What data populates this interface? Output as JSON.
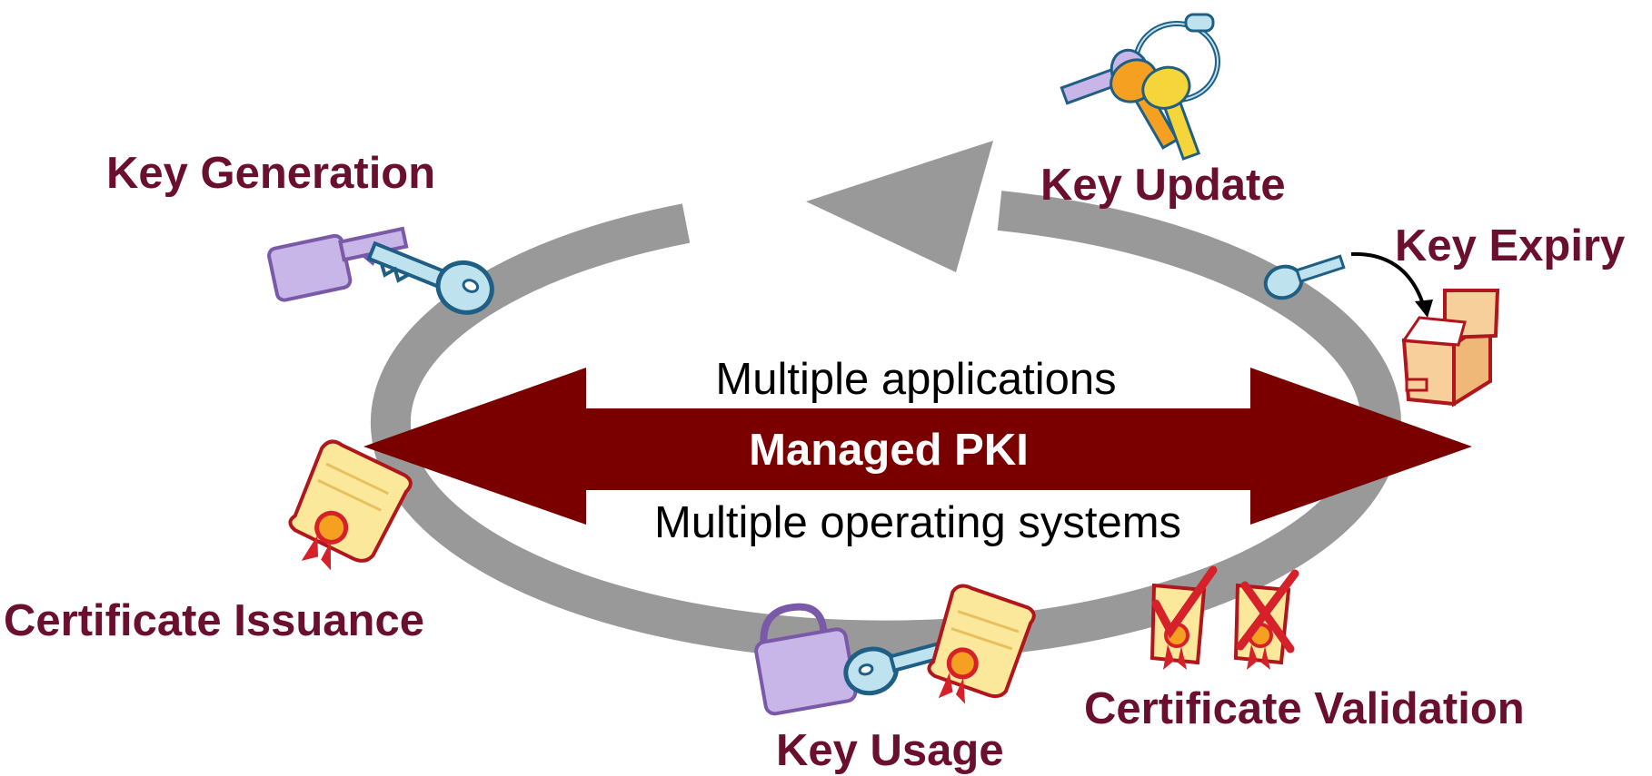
{
  "colors": {
    "label": "#6b0f2e",
    "main_arrow": "#7a0000",
    "cycle_ring": "#999999",
    "center_text_dark": "#000000",
    "center_text_light": "#ffffff",
    "key_blue": "#bfe3ee",
    "key_outline": "#1f5f85",
    "key_lilac": "#c8b6e8",
    "key_orange": "#f5a020",
    "key_yellow": "#f5d53a",
    "scroll_fill": "#fbe89a",
    "scroll_outline": "#b0161c",
    "seal": "#d6202a",
    "box_fill": "#f6cf9a"
  },
  "center": {
    "title": "Managed PKI",
    "line_top": "Multiple applications",
    "line_bottom": "Multiple operating systems"
  },
  "stages": {
    "key_generation": "Key Generation",
    "key_update": "Key Update",
    "key_expiry": "Key Expiry",
    "certificate_issuance": "Certificate Issuance",
    "key_usage": "Key Usage",
    "certificate_validation": "Certificate Validation"
  },
  "icons": [
    "keyring-icon",
    "lilac-key-icon",
    "blue-key-icon",
    "small-blue-key-icon",
    "expiry-arrow-icon",
    "open-box-icon",
    "certificate-scroll-icon",
    "padlock-icon",
    "checkmark-icon",
    "cross-mark-icon"
  ]
}
